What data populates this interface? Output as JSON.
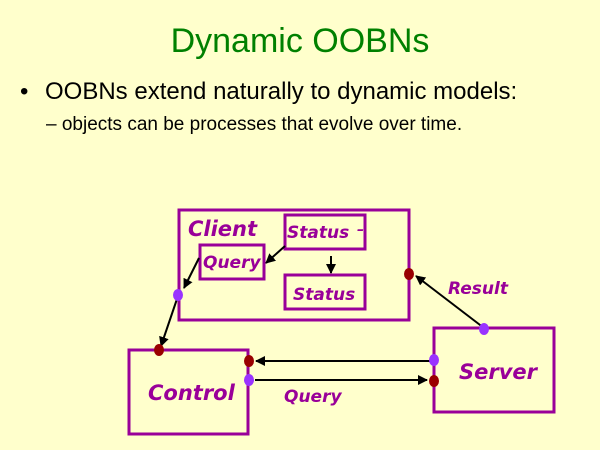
{
  "slide": {
    "title": "Dynamic OOBNs",
    "bullet": "OOBNs extend naturally to dynamic models:",
    "bullet_marker": "•",
    "sub_bullet": "– objects can be processes that evolve over time."
  },
  "diagram": {
    "colors": {
      "box": "#990099",
      "input_port": "#9933ff",
      "output_port": "#990000",
      "arrow": "#000000"
    },
    "client": {
      "label": "Client",
      "query_node": "Query",
      "status_prev_node": "Status",
      "status_prev_marker": "–",
      "status_node": "Status"
    },
    "control": {
      "label": "Control"
    },
    "server": {
      "label": "Server"
    },
    "edges": {
      "result_label": "Result",
      "query_label": "Query"
    }
  }
}
